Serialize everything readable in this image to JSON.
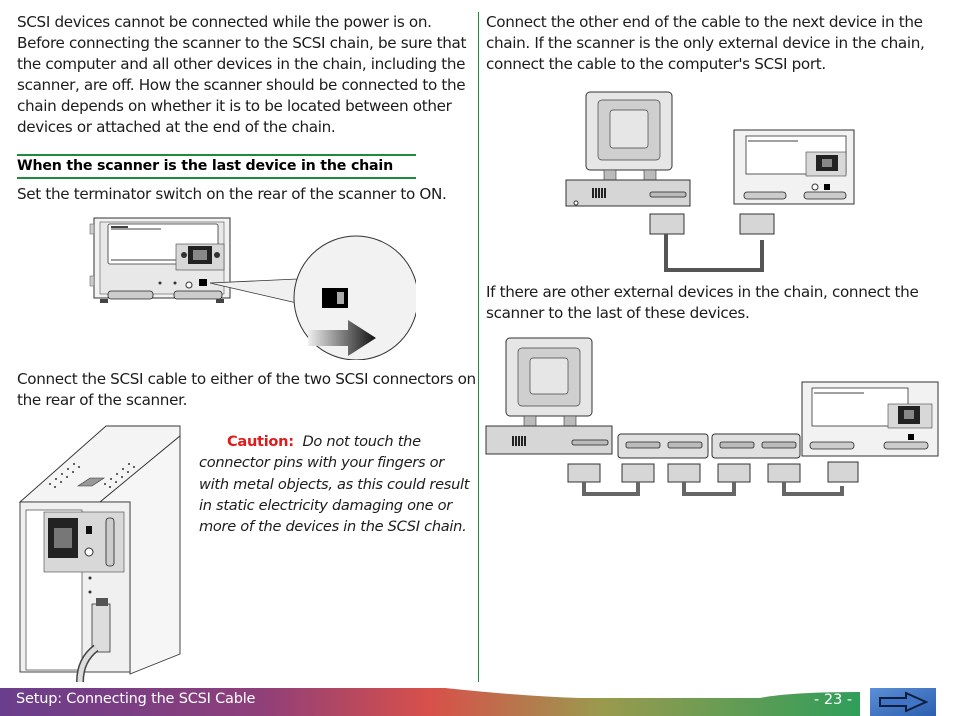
{
  "left_column": {
    "intro_paragraph": "SCSI devices cannot be connected while the power is on. Before connecting the scanner to the SCSI chain, be sure that the computer and all other devices in the chain, including the scanner, are off.  How the scanner should be connected to the chain depends on whether it is to be located between other devices or attached at the end of the chain.",
    "section_heading": "When the scanner is the last device in the chain",
    "terminator_instruction": "Set the terminator switch on the rear of the scanner to ON.",
    "connect_instruction": "Connect the SCSI cable to either of the two SCSI connectors on the rear of the scanner.",
    "caution": {
      "label": "Caution:",
      "text": "Do not touch the connector pins with your fingers or with metal objects, as this could result in static electricity damaging one or more of the devices in the SCSI chain."
    }
  },
  "right_column": {
    "other_end_paragraph": "Connect the other end of the cable to the next device in the chain.  If the scanner is the only external device in the chain, connect the cable to the computer's SCSI port.",
    "other_devices_paragraph": "If there are other external devices in the chain, connect the scanner to the last of these devices."
  },
  "figures": {
    "terminator_switch_figure": {
      "icon": "scanner-rear-terminator-illustration",
      "switch_state": "ON"
    },
    "cable_connection_figure": {
      "icon": "scanner-cable-connection-illustration"
    },
    "single_device_chain_figure": {
      "icon": "computer-to-scanner-illustration"
    },
    "multi_device_chain_figure": {
      "icon": "computer-devices-scanner-chain-illustration",
      "intermediate_device_count": 2
    }
  },
  "footer": {
    "section_title": "Setup:  Connecting the SCSI Cable",
    "page_number": "- 23 -",
    "next_icon": "right-arrow-icon",
    "colors": {
      "start": "#6a3e8c",
      "middle": "#d8504a",
      "end": "#2f9e5a",
      "next_button": "#3a6fc0"
    }
  },
  "colors": {
    "accent_green": "#1e8a3c",
    "caution_red": "#e01b1b"
  }
}
